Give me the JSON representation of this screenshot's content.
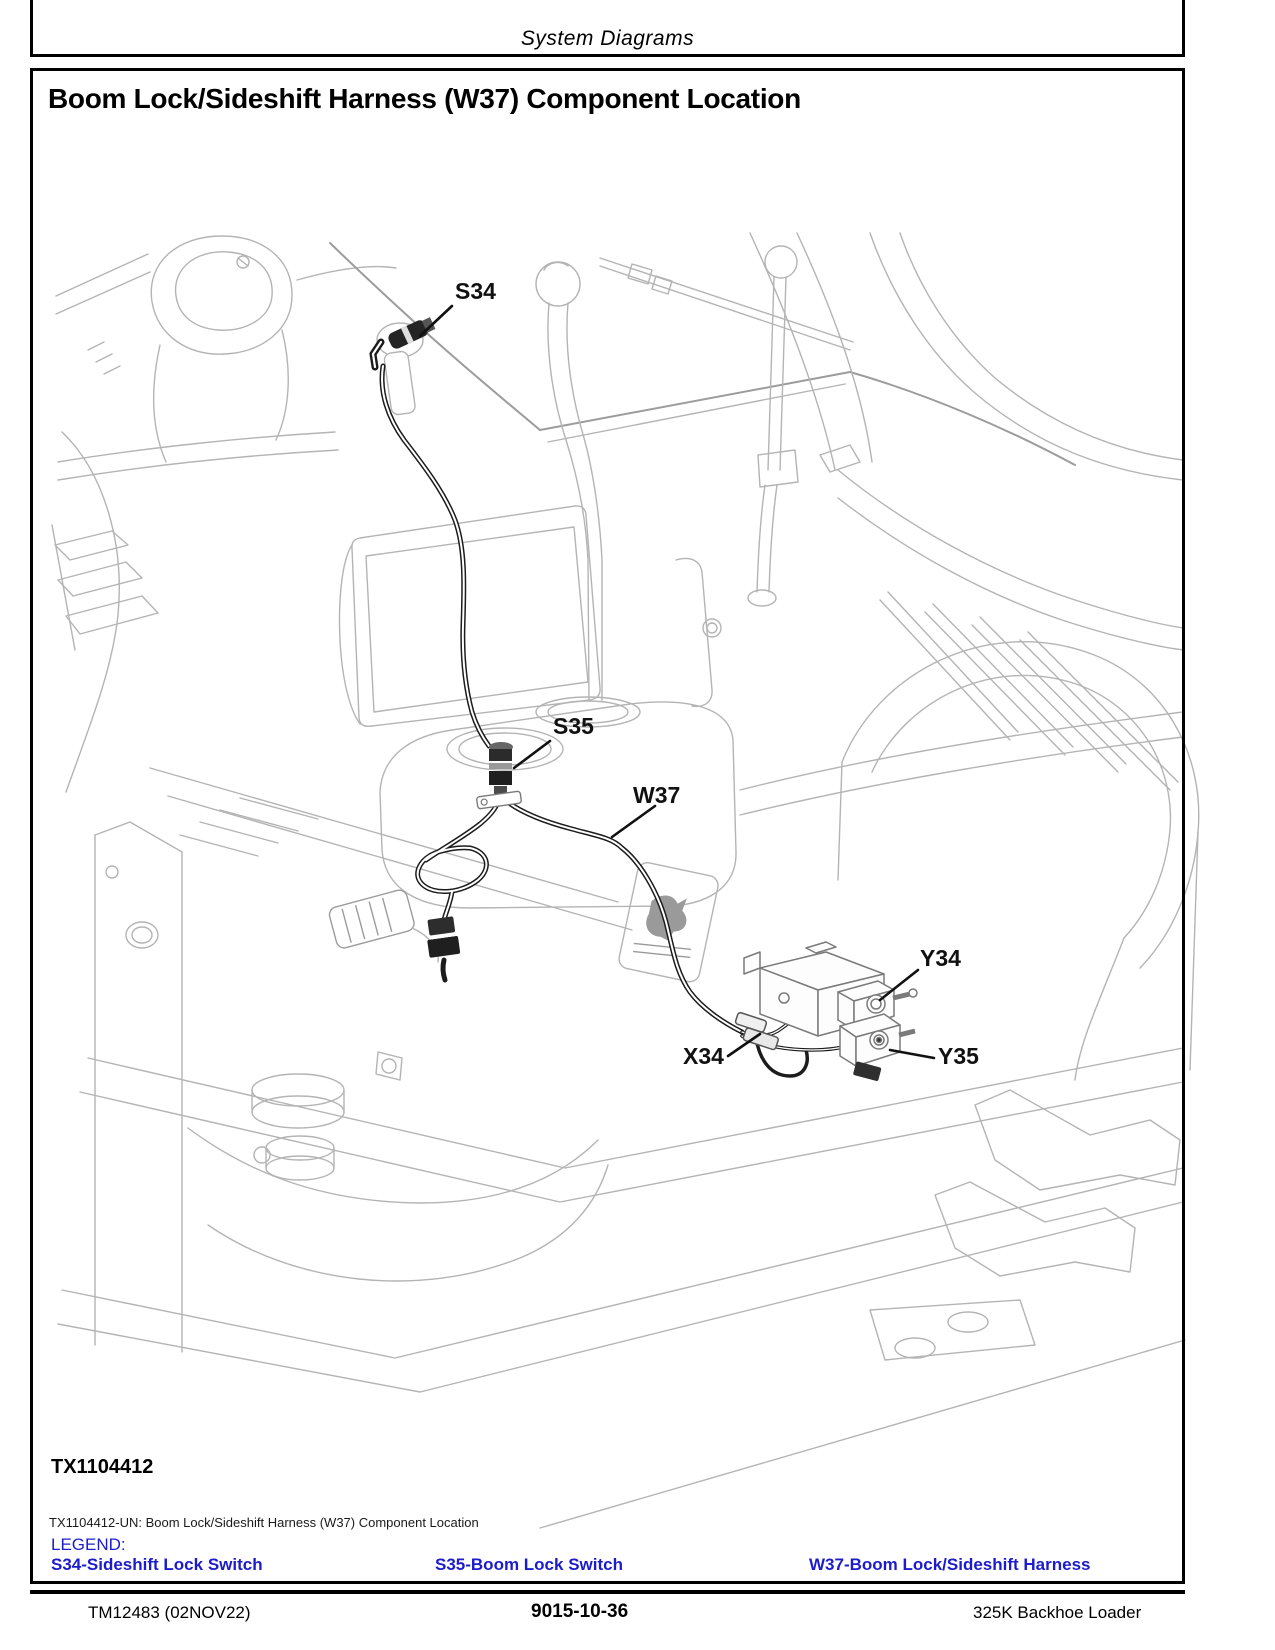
{
  "page": {
    "header_title": "System Diagrams",
    "footer": {
      "left": "TM12483 (02NOV22)",
      "center": "9015-10-36",
      "right": "325K Backhoe Loader"
    }
  },
  "figure": {
    "title": "Boom Lock/Sideshift Harness (W37) Component Location",
    "figure_id": "TX1104412",
    "caption": "TX1104412-UN: Boom Lock/Sideshift Harness (W37) Component Location",
    "legend_heading": "LEGEND:",
    "legend": [
      {
        "label": "S34-Sideshift Lock Switch"
      },
      {
        "label": "S35-Boom Lock Switch"
      },
      {
        "label": "W37-Boom Lock/Sideshift Harness"
      }
    ],
    "callouts": [
      {
        "id": "S34",
        "meaning": "Sideshift Lock Switch"
      },
      {
        "id": "S35",
        "meaning": "Boom Lock Switch"
      },
      {
        "id": "W37",
        "meaning": "Boom Lock/Sideshift Harness"
      },
      {
        "id": "Y34",
        "meaning": "Solenoid"
      },
      {
        "id": "X34",
        "meaning": "Connector"
      },
      {
        "id": "Y35",
        "meaning": "Solenoid"
      }
    ]
  },
  "colors": {
    "legend_blue": "#1c1ccd",
    "line_gray": "#b4b4b4",
    "ink": "#1a1a1a"
  }
}
